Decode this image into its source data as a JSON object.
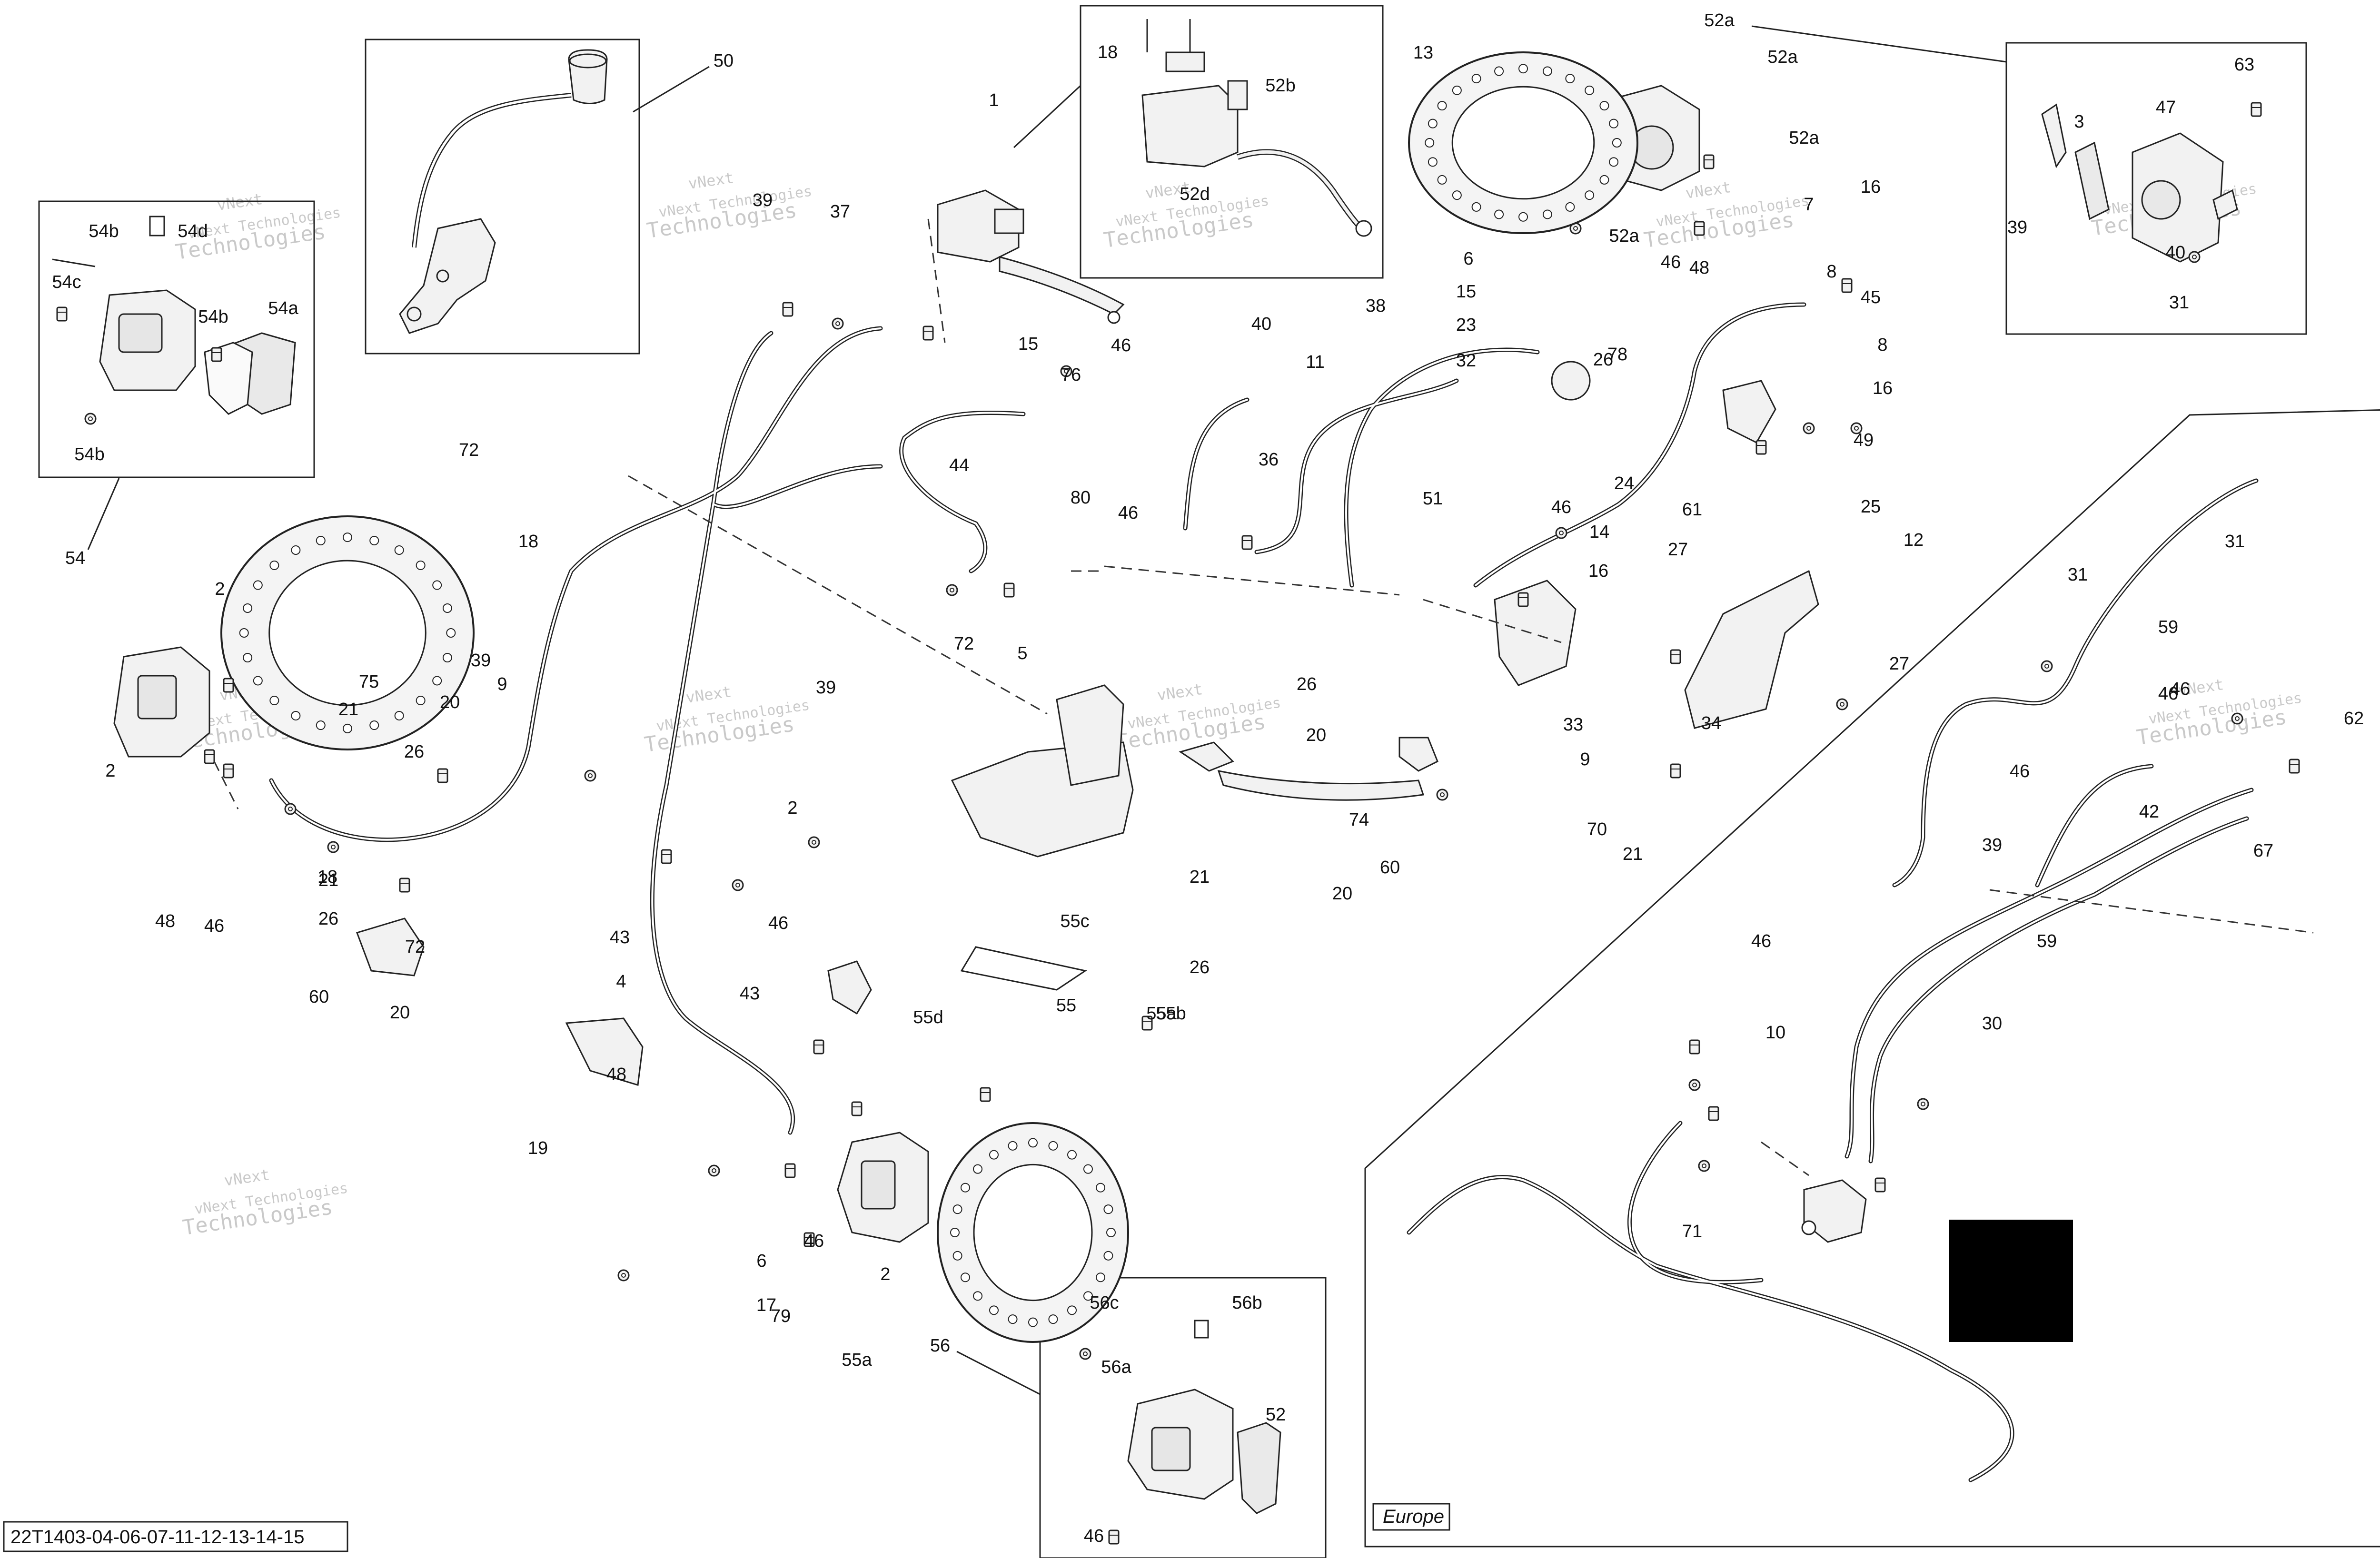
{
  "title_code": "22T1403-04-06-07-11-12-13-14-15",
  "region_tag": "Europe",
  "watermark": {
    "brand_small": "vNext Technologies",
    "brand_large": "Technologies",
    "brand_top": "vNext",
    "count": 10
  },
  "colors": {
    "line": "#222222",
    "part_fill": "#f2f2f2",
    "part_dark": "#9a9a9a",
    "watermark": "#c9c9c9",
    "redaction": "#000000"
  },
  "callouts": [
    "50",
    "54b",
    "54d",
    "54c",
    "54b",
    "54a",
    "54b",
    "54",
    "2",
    "2",
    "48",
    "46",
    "72",
    "18",
    "39",
    "9",
    "21",
    "75",
    "20",
    "26",
    "21",
    "26",
    "60",
    "20",
    "43",
    "4",
    "19",
    "48",
    "46",
    "6",
    "17",
    "79",
    "39",
    "39",
    "37",
    "15",
    "76",
    "46",
    "40",
    "46",
    "44",
    "80",
    "72",
    "5",
    "11",
    "36",
    "38",
    "51",
    "13",
    "6",
    "15",
    "23",
    "32",
    "78",
    "46",
    "46",
    "48",
    "24",
    "26",
    "61",
    "14",
    "16",
    "7",
    "8",
    "16",
    "45",
    "8",
    "16",
    "49",
    "25",
    "27",
    "27",
    "12",
    "33",
    "70",
    "34",
    "9",
    "21",
    "26",
    "20",
    "74",
    "60",
    "20",
    "21",
    "26",
    "2",
    "18",
    "72",
    "43",
    "46",
    "2",
    "55",
    "55a",
    "55c",
    "55b",
    "55d",
    "55a",
    "56",
    "56c",
    "56b",
    "56a",
    "52",
    "46",
    "1",
    "18",
    "52b",
    "52d",
    "52a",
    "52a",
    "52a",
    "52a",
    "63",
    "3",
    "47",
    "40",
    "39",
    "31",
    "31",
    "31",
    "59",
    "46",
    "46",
    "62",
    "67",
    "59",
    "46",
    "39",
    "42",
    "46",
    "48",
    "46",
    "10",
    "71",
    "30"
  ]
}
